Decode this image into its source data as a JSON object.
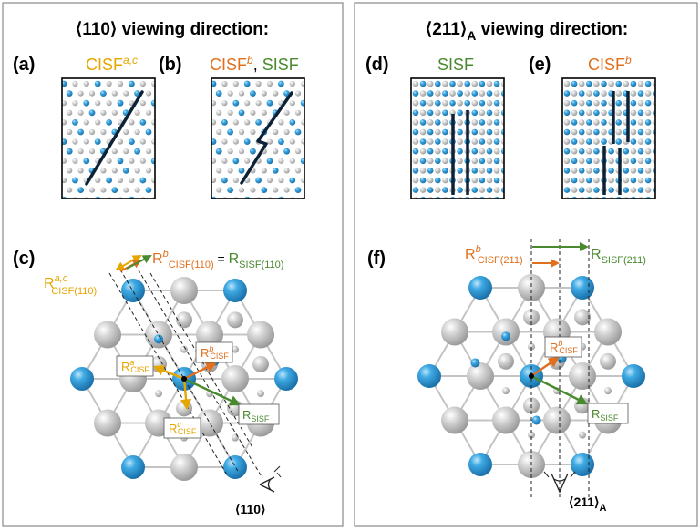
{
  "colors": {
    "blue": "#2e9bd6",
    "gray": "#c8c8c8",
    "orange_cisf_ac": "#e6a600",
    "orange_cisf_b": "#e0701e",
    "green_sisf": "#4a8a2e",
    "stack_line": "#0d2236"
  },
  "left_panel": {
    "title_bracket": "⟨110⟩",
    "title_rest": " viewing direction:",
    "a": {
      "label": "(a)",
      "caption_main": "CISF",
      "caption_sup": "a,c"
    },
    "b": {
      "label": "(b)",
      "caption_main": "CISF",
      "caption_sup": "b",
      "caption_sep": ", ",
      "caption_second": "SISF"
    },
    "c": {
      "label": "(c)",
      "r_ac_main": "R",
      "r_ac_sup": "a,c",
      "r_ac_sub": "CISF(110)",
      "r_b_main": "R",
      "r_b_sup": "b",
      "r_b_sub": "CISF(110)",
      "r_eq": " = ",
      "r_sisf_main": "R",
      "r_sisf_sub": "SISF(110)",
      "box_a_main": "R",
      "box_a_sup": "a",
      "box_a_sub": "CISF",
      "box_b_main": "R",
      "box_b_sup": "b",
      "box_b_sub": "CISF",
      "box_c_main": "R",
      "box_c_sup": "c",
      "box_c_sub": "CISF",
      "box_sisf_main": "R",
      "box_sisf_sub": "SISF",
      "eye_label": "⟨110⟩",
      "eye_icon": "eye-icon"
    }
  },
  "right_panel": {
    "title_bracket": "⟨211⟩",
    "title_sub": "A",
    "title_rest": " viewing direction:",
    "d": {
      "label": "(d)",
      "caption": "SISF"
    },
    "e": {
      "label": "(e)",
      "caption_main": "CISF",
      "caption_sup": "b"
    },
    "f": {
      "label": "(f)",
      "r_b_main": "R",
      "r_b_sup": "b",
      "r_b_sub": "CISF(211)",
      "r_sisf_main": "R",
      "r_sisf_sub": "SISF(211)",
      "box_b_main": "R",
      "box_b_sup": "b",
      "box_b_sub": "CISF",
      "box_sisf_main": "R",
      "box_sisf_sub": "SISF",
      "eye_label": "⟨211⟩",
      "eye_sub": "A",
      "eye_icon": "eye-icon"
    }
  }
}
